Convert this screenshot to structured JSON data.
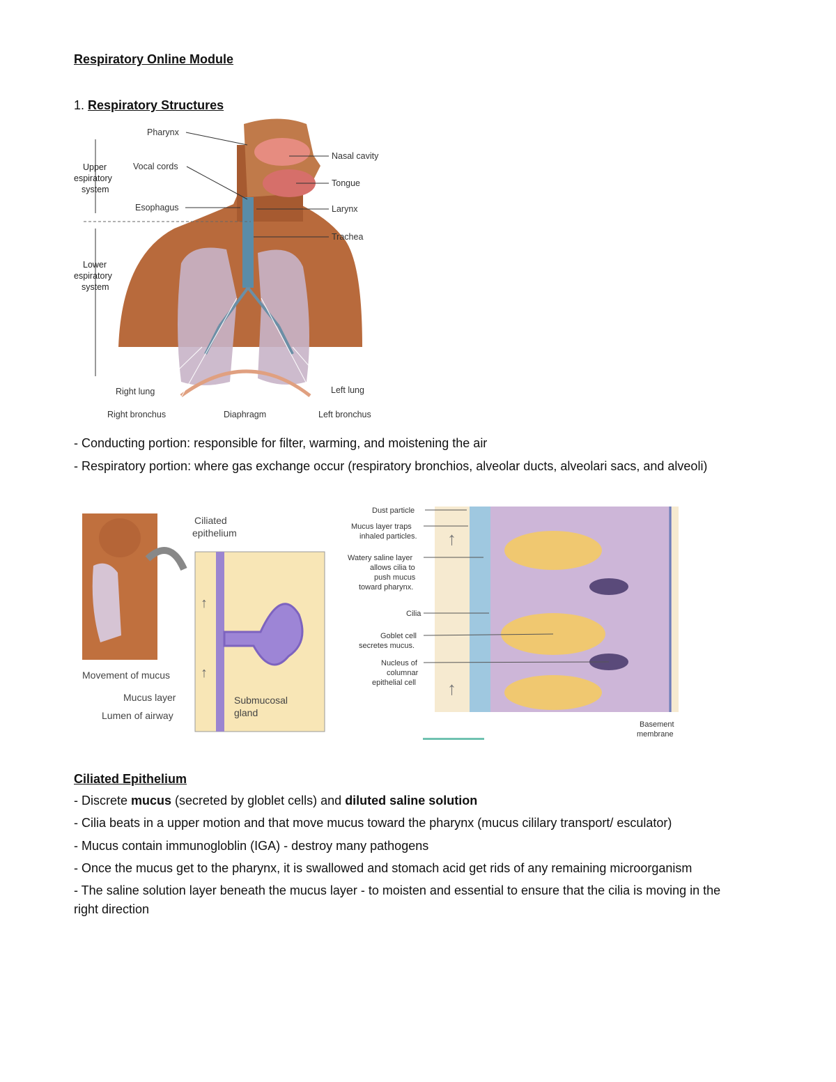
{
  "title": "Respiratory Online Module ",
  "section1": {
    "number": "1.",
    "heading": "Respiratory Structures"
  },
  "fig1": {
    "labels": {
      "pharynx": "Pharynx",
      "vocal_cords": "Vocal cords",
      "esophagus": "Esophagus",
      "upper_line1": "Upper",
      "upper_line2": "espiratory",
      "upper_line3": "system",
      "lower_line1": "Lower",
      "lower_line2": "espiratory",
      "lower_line3": "system",
      "nasal_cavity": "Nasal cavity",
      "tongue": "Tongue",
      "larynx": "Larynx",
      "trachea": "Trachea",
      "right_lung": "Right lung",
      "left_lung": "Left lung",
      "right_bronchus": "Right bronchus",
      "diaphragm": "Diaphragm",
      "left_bronchus": "Left bronchus"
    }
  },
  "portions": [
    "- Conducting portion: responsible for filter, warming, and moistening the air",
    "- Respiratory portion: where gas exchange occur (respiratory bronchios, alveolar ducts, alveolari sacs, and alveoli)"
  ],
  "fig2": {
    "labels": {
      "ciliated_line1": "Ciliated",
      "ciliated_line2": "epithelium",
      "movement": "Movement of mucus",
      "mucus_layer": "Mucus layer",
      "lumen": "Lumen of airway",
      "gland_line1": "Submucosal",
      "gland_line2": "gland"
    }
  },
  "fig3": {
    "labels": {
      "dust": "Dust particle",
      "mucus_traps_1": "Mucus layer traps",
      "mucus_traps_2": "inhaled particles.",
      "saline_1": "Watery saline layer",
      "saline_2": "allows cilia to",
      "saline_3": "push mucus",
      "saline_4": "toward pharynx.",
      "cilia": "Cilia",
      "goblet_1": "Goblet cell",
      "goblet_2": "secretes mucus.",
      "nucleus_1": "Nucleus of",
      "nucleus_2": "columnar",
      "nucleus_3": "epithelial cell",
      "basement_1": "Basement",
      "basement_2": "membrane"
    }
  },
  "section2": {
    "heading": "Ciliated Epithelium",
    "line1_pre": "- Discrete ",
    "line1_b1": "mucus",
    "line1_mid": " (secreted by globlet cells) and ",
    "line1_b2": "diluted saline solution",
    "line2": "- Cilia beats in a upper motion and that move mucus toward the pharynx (mucus cililary transport/ esculator)",
    "line3": "- Mucus contain immunogloblin (IGA) - destroy many pathogens",
    "line4": "- Once the mucus get to the pharynx, it is swallowed and stomach acid get rids of any remaining microorganism",
    "line5a": "- The saline solution layer beneath the mucus layer - to moisten and essential to ensure that the cilia is moving in the",
    "line5b": "right direction"
  }
}
